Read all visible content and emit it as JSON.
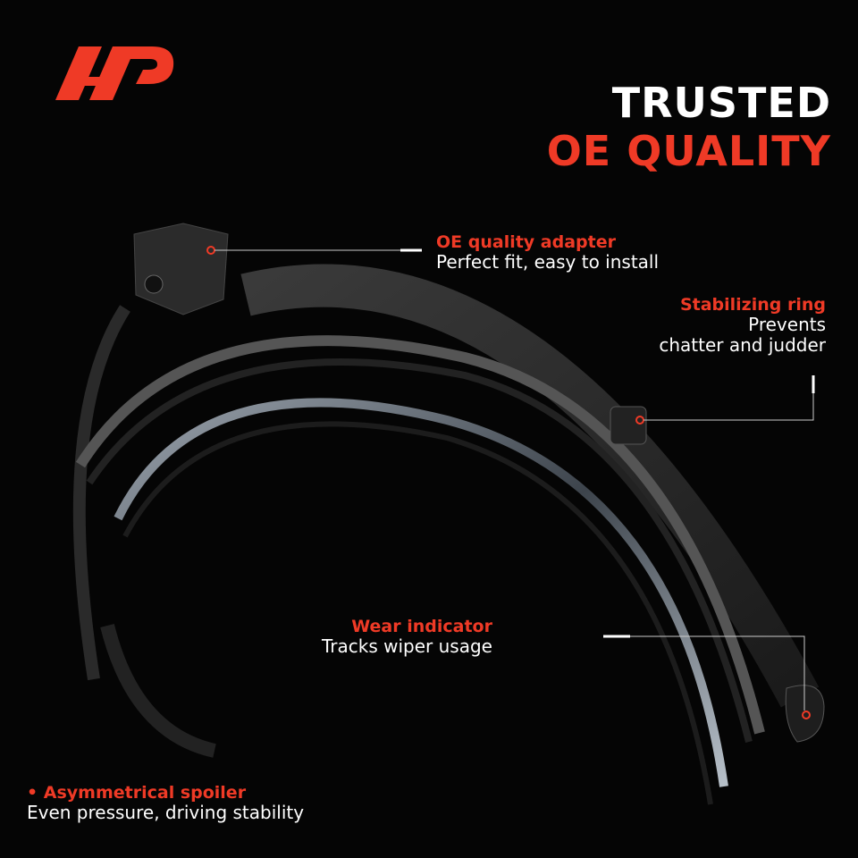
{
  "brand": {
    "logo": "a-premium-logo",
    "accent_color": "#ef3a26"
  },
  "headline": {
    "line1": "TRUSTED",
    "line2": "OE QUALITY"
  },
  "callouts": {
    "adapter": {
      "title": "OE quality adapter",
      "desc": "Perfect fit, easy to install"
    },
    "ring": {
      "title": "Stabilizing ring",
      "desc_line1": "Prevents",
      "desc_line2": "chatter and judder"
    },
    "wear": {
      "title": "Wear indicator",
      "desc": "Tracks wiper usage"
    },
    "spoiler": {
      "title": "Asymmetrical spoiler",
      "desc": "Even pressure, driving stability"
    }
  }
}
